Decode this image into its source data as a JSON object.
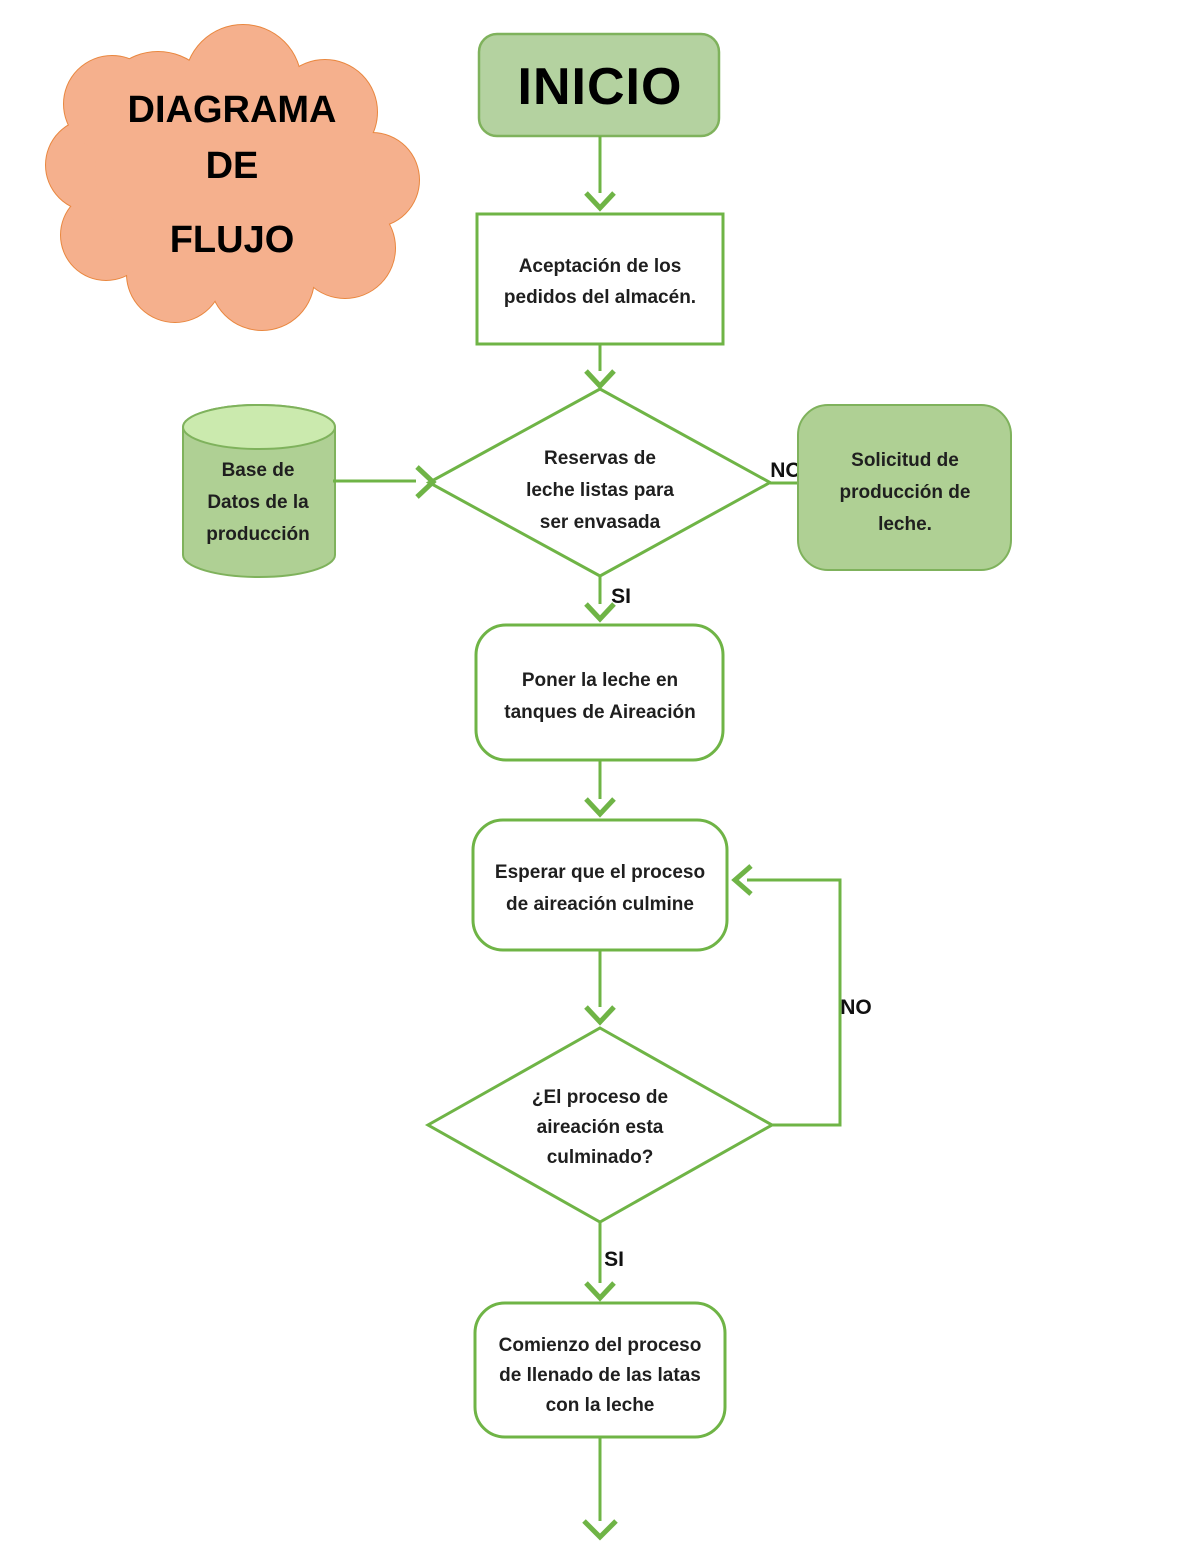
{
  "title_cloud": {
    "lines": [
      "DIAGRAMA",
      "DE",
      "FLUJO"
    ]
  },
  "nodes": {
    "inicio": {
      "label": "INICIO"
    },
    "aceptacion": {
      "lines": [
        "Aceptación de los",
        "pedidos del almacén."
      ]
    },
    "reservas": {
      "lines": [
        "Reservas de",
        "leche listas para",
        "ser envasada"
      ]
    },
    "base_datos": {
      "lines": [
        "Base de",
        "Datos de la",
        "producción"
      ]
    },
    "solicitud": {
      "lines": [
        "Solicitud de",
        "producción de",
        "leche."
      ]
    },
    "poner": {
      "lines": [
        "Poner la leche en",
        "tanques de Aireación"
      ]
    },
    "esperar": {
      "lines": [
        "Esperar que el proceso",
        "de aireación culmine"
      ]
    },
    "culminado": {
      "lines": [
        "¿El proceso de",
        "aireación esta",
        "culminado?"
      ]
    },
    "comienzo": {
      "lines": [
        "Comienzo del proceso",
        "de llenado de las latas",
        "con la leche"
      ]
    }
  },
  "edge_labels": {
    "reservas_no": "NO",
    "reservas_si": "SI",
    "culminado_no": "NO",
    "culminado_si": "SI"
  },
  "colors": {
    "line": "#6FB446",
    "green-border": "#7FB25C",
    "start-fill": "#B4D2A0",
    "green-fill": "#AFD094",
    "cyl-top": "#CBEAAE",
    "cloud-fill": "#F5B08D",
    "cloud-border": "#E9873F"
  }
}
